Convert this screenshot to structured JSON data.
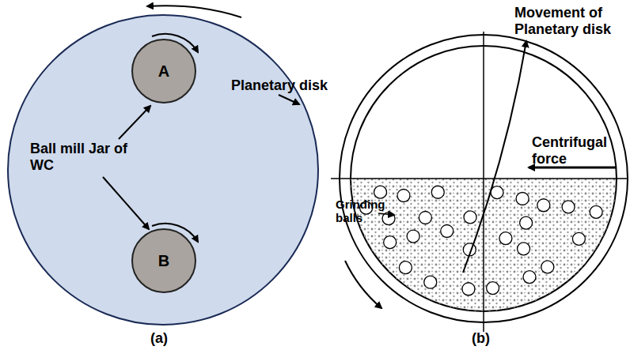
{
  "diagram": {
    "nodes": [
      {
        "text": [
          "A"
        ]
      },
      {
        "text": [
          "B"
        ]
      }
    ],
    "labels": [
      "Planetary disk",
      "Ball mill Jar of WC",
      "(a)",
      "Movement of Planetary disk",
      "Centrifugal force",
      "Grinding balls",
      "(b)"
    ]
  }
}
